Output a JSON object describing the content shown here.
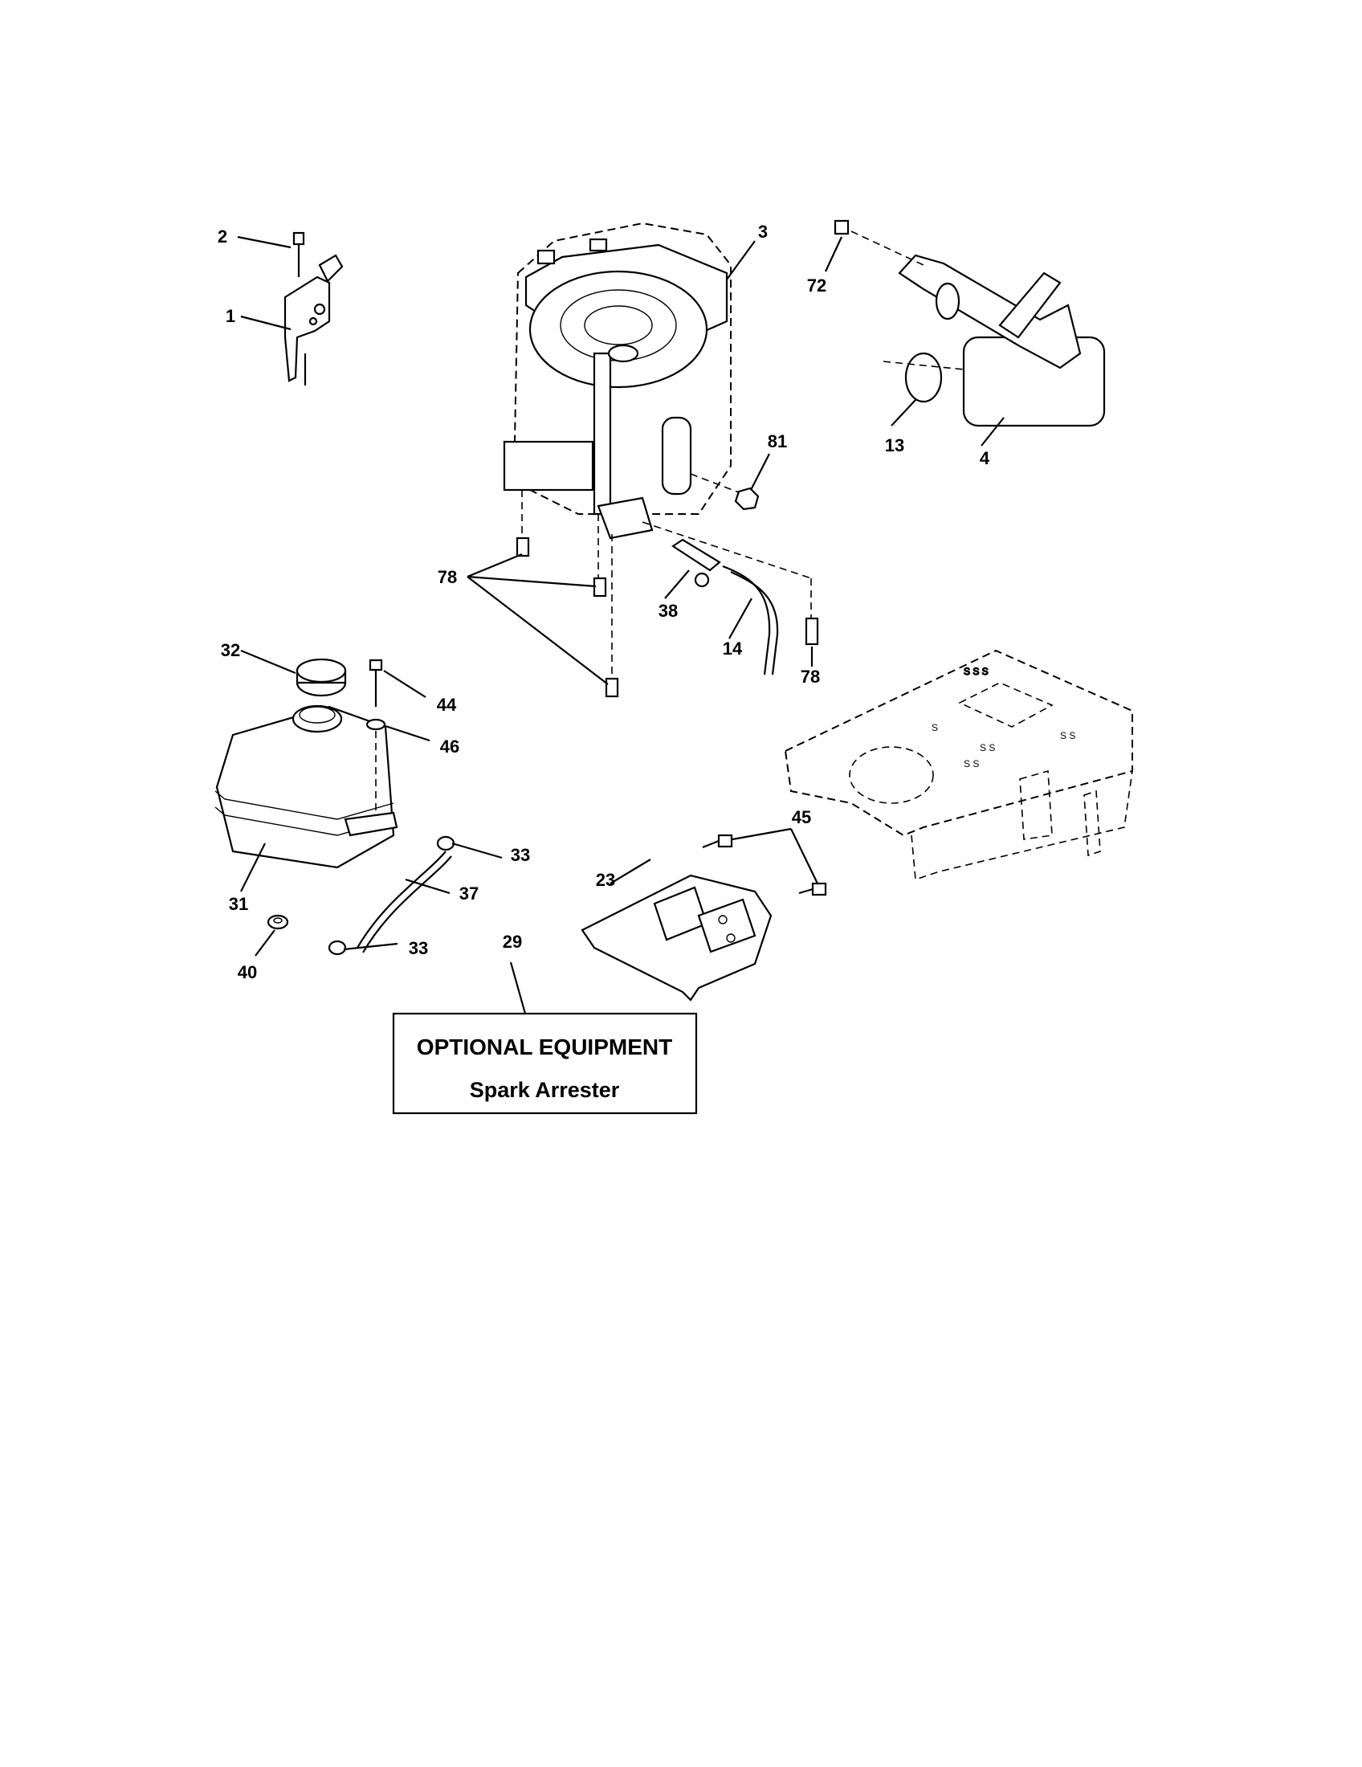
{
  "callouts": {
    "c1": "1",
    "c2": "2",
    "c3": "3",
    "c4": "4",
    "c13": "13",
    "c14": "14",
    "c23": "23",
    "c29": "29",
    "c31": "31",
    "c32": "32",
    "c33a": "33",
    "c33b": "33",
    "c37": "37",
    "c38": "38",
    "c40": "40",
    "c44": "44",
    "c45": "45",
    "c46": "46",
    "c72": "72",
    "c78a": "78",
    "c78b": "78",
    "c81": "81"
  },
  "optional_box": {
    "title": "OPTIONAL EQUIPMENT",
    "subtitle": "Spark Arrester"
  }
}
